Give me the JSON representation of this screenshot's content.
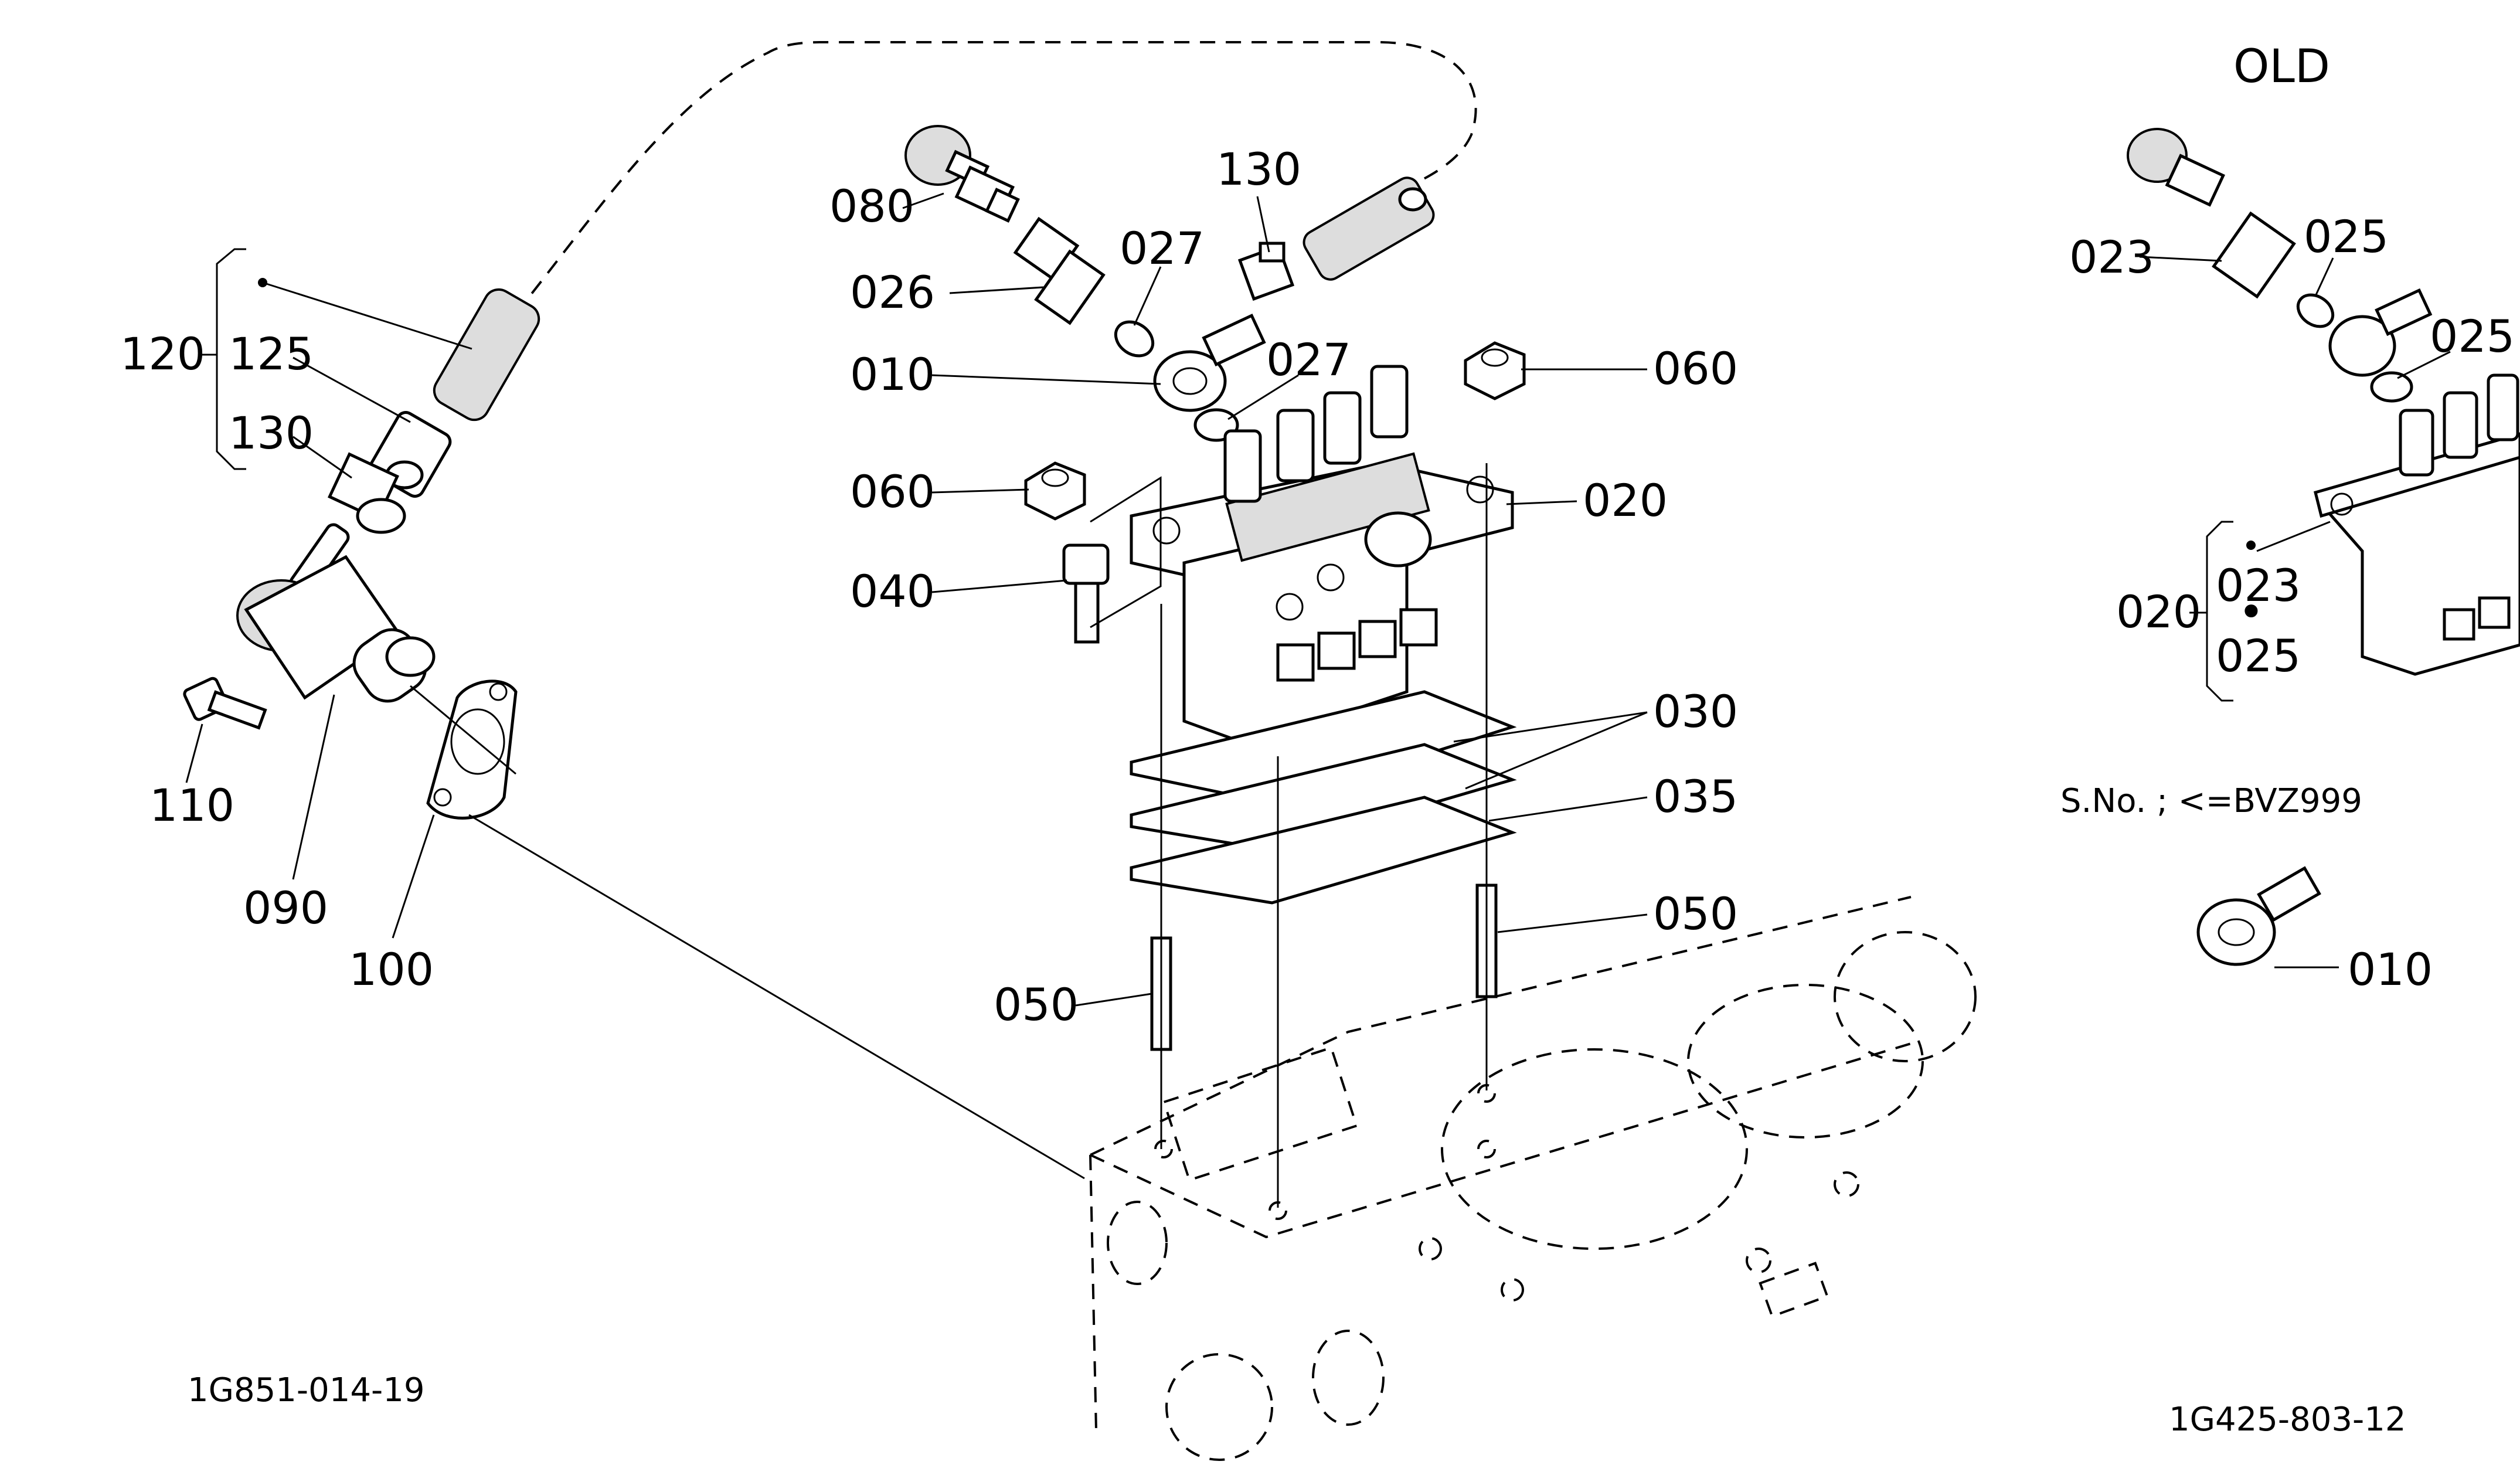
{
  "diagram": {
    "callouts": [
      {
        "id": "c080",
        "text": "080"
      },
      {
        "id": "c026",
        "text": "026"
      },
      {
        "id": "c027a",
        "text": "027"
      },
      {
        "id": "c010",
        "text": "010"
      },
      {
        "id": "c027b",
        "text": "027"
      },
      {
        "id": "c130a",
        "text": "130"
      },
      {
        "id": "c060a",
        "text": "060"
      },
      {
        "id": "c060b",
        "text": "060"
      },
      {
        "id": "c020",
        "text": "020"
      },
      {
        "id": "c040",
        "text": "040"
      },
      {
        "id": "c030",
        "text": "030"
      },
      {
        "id": "c035",
        "text": "035"
      },
      {
        "id": "c050a",
        "text": "050"
      },
      {
        "id": "c050b",
        "text": "050"
      },
      {
        "id": "c120",
        "text": "120"
      },
      {
        "id": "c125",
        "text": "125"
      },
      {
        "id": "c130b",
        "text": "130"
      },
      {
        "id": "c110",
        "text": "110"
      },
      {
        "id": "c090",
        "text": "090"
      },
      {
        "id": "c100",
        "text": "100"
      }
    ],
    "code_left": "1G851-014-19",
    "inset": {
      "title": "OLD",
      "callouts": [
        {
          "id": "i023",
          "text": "023"
        },
        {
          "id": "i025a",
          "text": "025"
        },
        {
          "id": "i025b",
          "text": "025"
        },
        {
          "id": "i020",
          "text": "020"
        },
        {
          "id": "i023b",
          "text": "023"
        },
        {
          "id": "idot",
          "text": "•"
        },
        {
          "id": "i025c",
          "text": "025"
        },
        {
          "id": "i010",
          "text": "010"
        }
      ],
      "serial_note": "S.No. ; <=BVZ999",
      "code": "1G425-803-12"
    }
  }
}
